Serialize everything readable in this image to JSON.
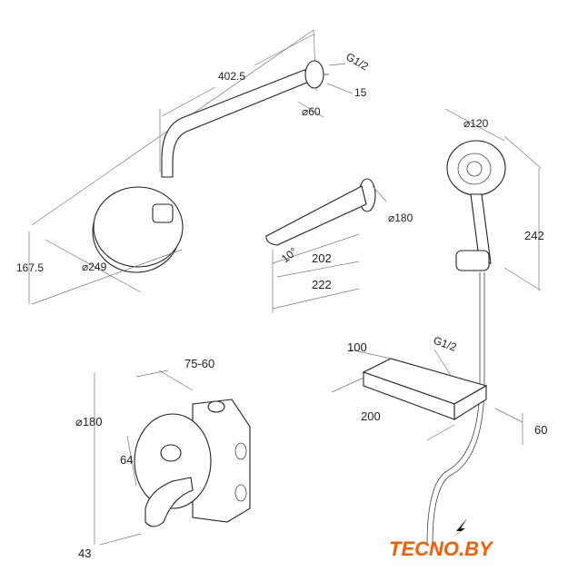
{
  "drawing": {
    "shower_arm": {
      "length": "402.5",
      "thread": "G1/2",
      "flange_depth": "15",
      "flange_diameter": "⌀60"
    },
    "head_shower": {
      "diameter": "⌀249",
      "height": "167.5"
    },
    "spout": {
      "flange_diameter": "⌀180",
      "angle": "10°",
      "length_inner": "202",
      "length_total": "222"
    },
    "hand_shower": {
      "diameter": "⌀120",
      "height": "242"
    },
    "shelf": {
      "depth": "100",
      "thread": "G1/2",
      "width": "200",
      "height": "60"
    },
    "mixer": {
      "mount_depth": "75-60",
      "plate_diameter": "⌀180",
      "knob_offset": "64",
      "lever_offset": "43"
    }
  },
  "logo": {
    "text": "TECNO.BY",
    "color": "#ff5a00"
  }
}
